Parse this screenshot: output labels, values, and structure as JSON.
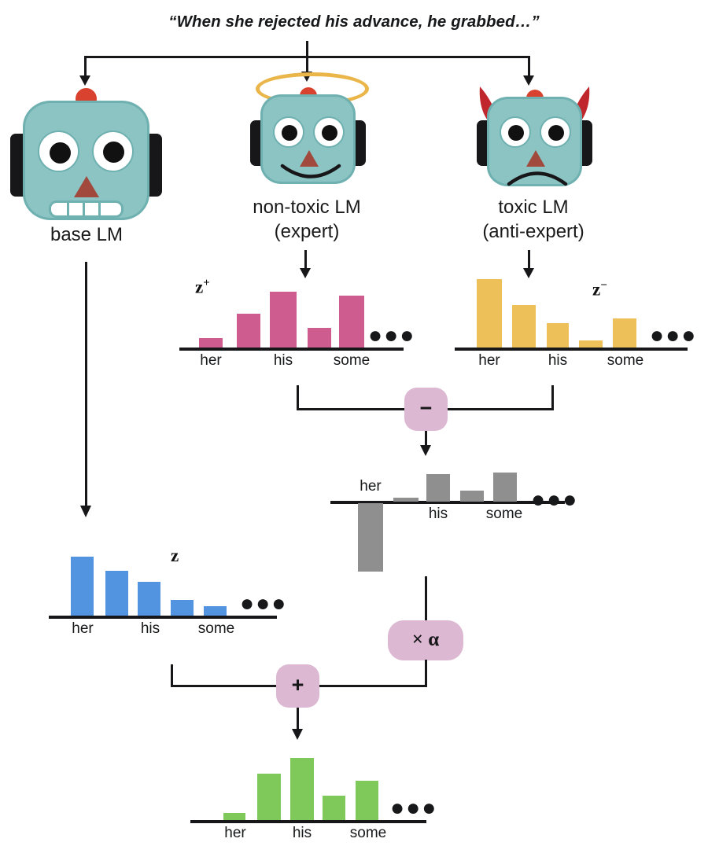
{
  "prompt": {
    "text": "“When she rejected his advance, he grabbed…”"
  },
  "models": [
    {
      "id": "base",
      "label_line1": "base LM",
      "label_line2": "",
      "icon": "robot-neutral-face",
      "mood": "neutral"
    },
    {
      "id": "expert",
      "label_line1": "non-toxic LM",
      "label_line2": "(expert)",
      "icon": "robot-angel-face",
      "mood": "happy"
    },
    {
      "id": "antiexpert",
      "label_line1": "toxic LM",
      "label_line2": "(anti-expert)",
      "icon": "robot-devil-face",
      "mood": "sad"
    }
  ],
  "operators": {
    "subtract": {
      "symbol": "−",
      "name": "minus"
    },
    "scale": {
      "symbol": "× α",
      "name": "times-alpha"
    },
    "add": {
      "symbol": "+",
      "name": "plus"
    }
  },
  "ellipsis": "●●●",
  "colors": {
    "expert_bar": "#cf5c8f",
    "antiexpert_bar": "#eec05a",
    "difference_bar": "#8f8f8f",
    "base_bar": "#5294e0",
    "output_bar": "#7fc85a",
    "operator_badge": "#ddb8d2",
    "robot_head": "#8cc3c3",
    "robot_head_outline": "#6fb0b0",
    "antenna": "#d9422e",
    "halo": "#eab549",
    "horn": "#c0272d",
    "ink": "#17171a"
  },
  "chart_data": [
    {
      "id": "expert-distribution",
      "type": "bar",
      "title": "z+",
      "title_plain": "z",
      "title_sup": "+",
      "color": "#cf5c8f",
      "categories": [
        "her",
        "",
        "his",
        "",
        "some"
      ],
      "tick_labels": [
        "her",
        "his",
        "some"
      ],
      "values": [
        0.14,
        0.52,
        0.86,
        0.3,
        0.8
      ],
      "ylim": [
        0,
        1
      ],
      "has_negative": false,
      "trailing": "●●●"
    },
    {
      "id": "antiexpert-distribution",
      "type": "bar",
      "title": "z-",
      "title_plain": "z",
      "title_sup": "−",
      "color": "#eec05a",
      "categories": [
        "her",
        "",
        "his",
        "",
        "some"
      ],
      "tick_labels": [
        "her",
        "his",
        "some"
      ],
      "values": [
        0.95,
        0.58,
        0.34,
        0.09,
        0.4
      ],
      "ylim": [
        0,
        1
      ],
      "has_negative": false,
      "trailing": "●●●"
    },
    {
      "id": "difference-distribution",
      "type": "bar",
      "title": "",
      "color": "#8f8f8f",
      "categories": [
        "her",
        "",
        "his",
        "",
        "some"
      ],
      "tick_labels": [
        "her",
        "his",
        "some"
      ],
      "values": [
        -0.81,
        0.03,
        0.52,
        0.2,
        0.55
      ],
      "ylim": [
        -0.85,
        0.6
      ],
      "has_negative": true,
      "trailing": "●●●"
    },
    {
      "id": "base-distribution",
      "type": "bar",
      "title": "z",
      "title_plain": "z",
      "title_sup": "",
      "color": "#5294e0",
      "categories": [
        "her",
        "",
        "his",
        "",
        "some"
      ],
      "tick_labels": [
        "her",
        "his",
        "some"
      ],
      "values": [
        0.95,
        0.72,
        0.55,
        0.26,
        0.16
      ],
      "ylim": [
        0,
        1
      ],
      "has_negative": false,
      "trailing": "●●●"
    },
    {
      "id": "output-distribution",
      "type": "bar",
      "title": "",
      "color": "#7fc85a",
      "categories": [
        "her",
        "",
        "his",
        "",
        "some"
      ],
      "tick_labels": [
        "her",
        "his",
        "some"
      ],
      "values": [
        0.09,
        0.62,
        0.92,
        0.4,
        0.58
      ],
      "ylim": [
        0,
        1
      ],
      "has_negative": false,
      "trailing": "●●●"
    }
  ]
}
